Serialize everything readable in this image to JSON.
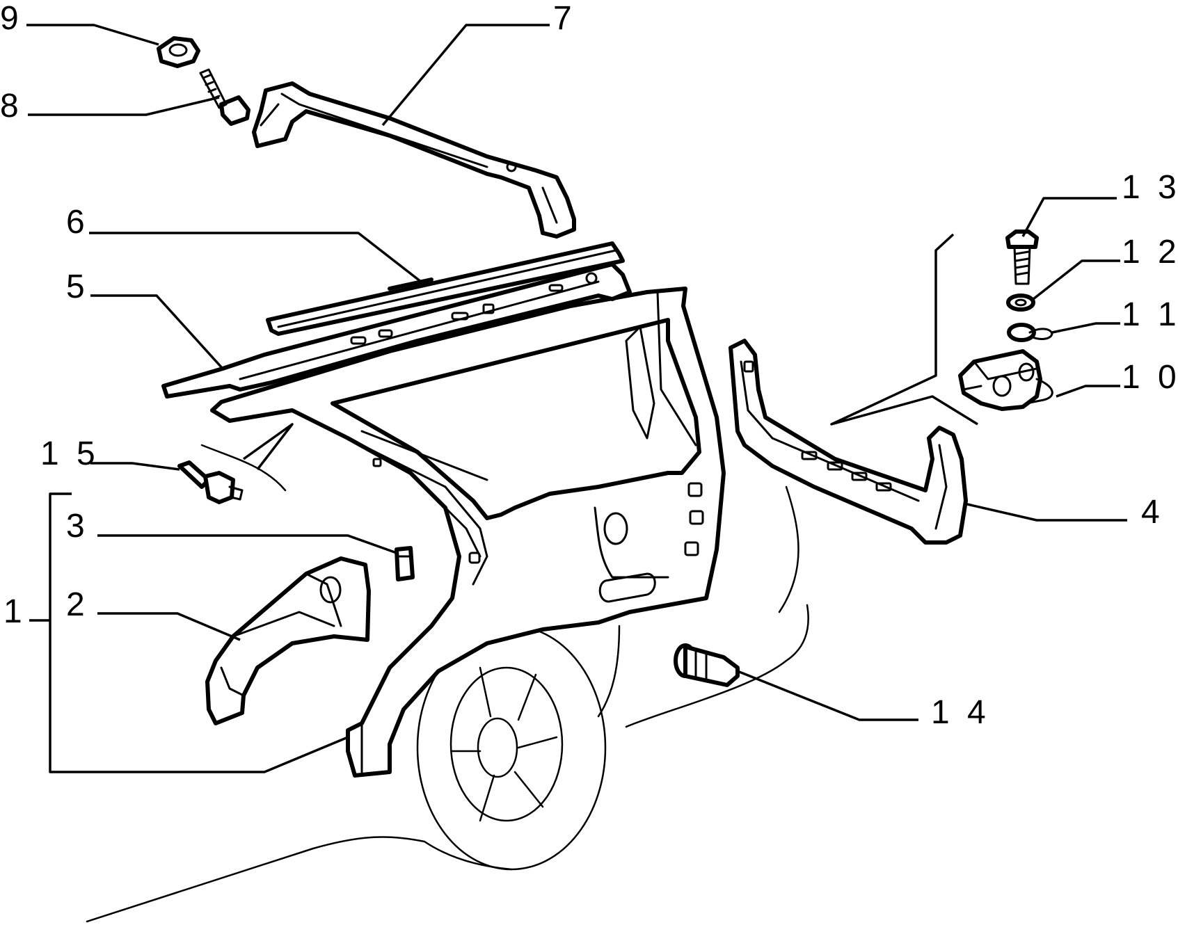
{
  "callouts": [
    {
      "id": "1",
      "label": "1"
    },
    {
      "id": "2",
      "label": "2"
    },
    {
      "id": "3",
      "label": "3"
    },
    {
      "id": "4",
      "label": "4"
    },
    {
      "id": "5",
      "label": "5"
    },
    {
      "id": "6",
      "label": "6"
    },
    {
      "id": "7",
      "label": "7"
    },
    {
      "id": "8",
      "label": "8"
    },
    {
      "id": "9",
      "label": "9"
    },
    {
      "id": "10",
      "label": "1 0"
    },
    {
      "id": "11",
      "label": "1 1"
    },
    {
      "id": "12",
      "label": "1 2"
    },
    {
      "id": "13",
      "label": "1 3"
    },
    {
      "id": "14",
      "label": "1 4"
    },
    {
      "id": "15",
      "label": "1 5"
    }
  ]
}
